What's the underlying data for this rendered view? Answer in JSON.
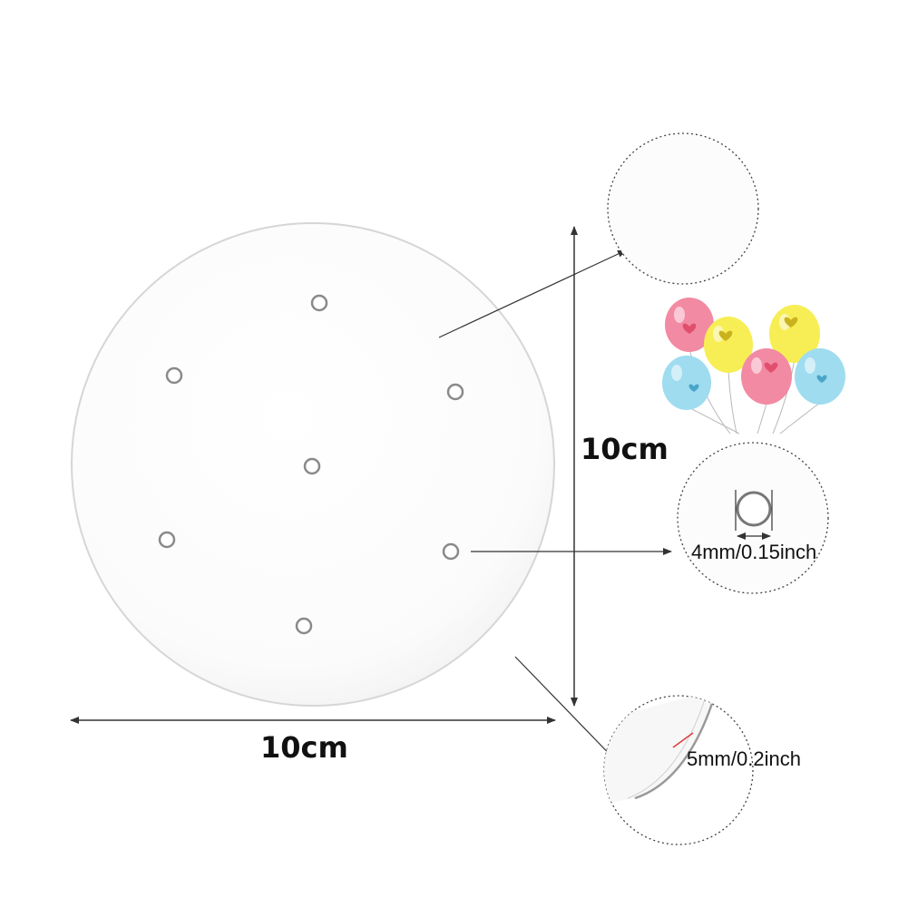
{
  "labels": {
    "height": "10cm",
    "width": "10cm",
    "hole_size": "4mm/0.15inch",
    "thickness": "5mm/0.2inch"
  },
  "colors": {
    "board": "#ffffff",
    "board_edge": "#d6d6d6",
    "line": "#333333",
    "thickness_mark": "#e23a3a",
    "balloon_pink": "#f28aa3",
    "balloon_yellow": "#f7ee55",
    "balloon_blue": "#9fdcf0"
  },
  "icons": [
    "balloons-icon",
    "heart-icon"
  ]
}
